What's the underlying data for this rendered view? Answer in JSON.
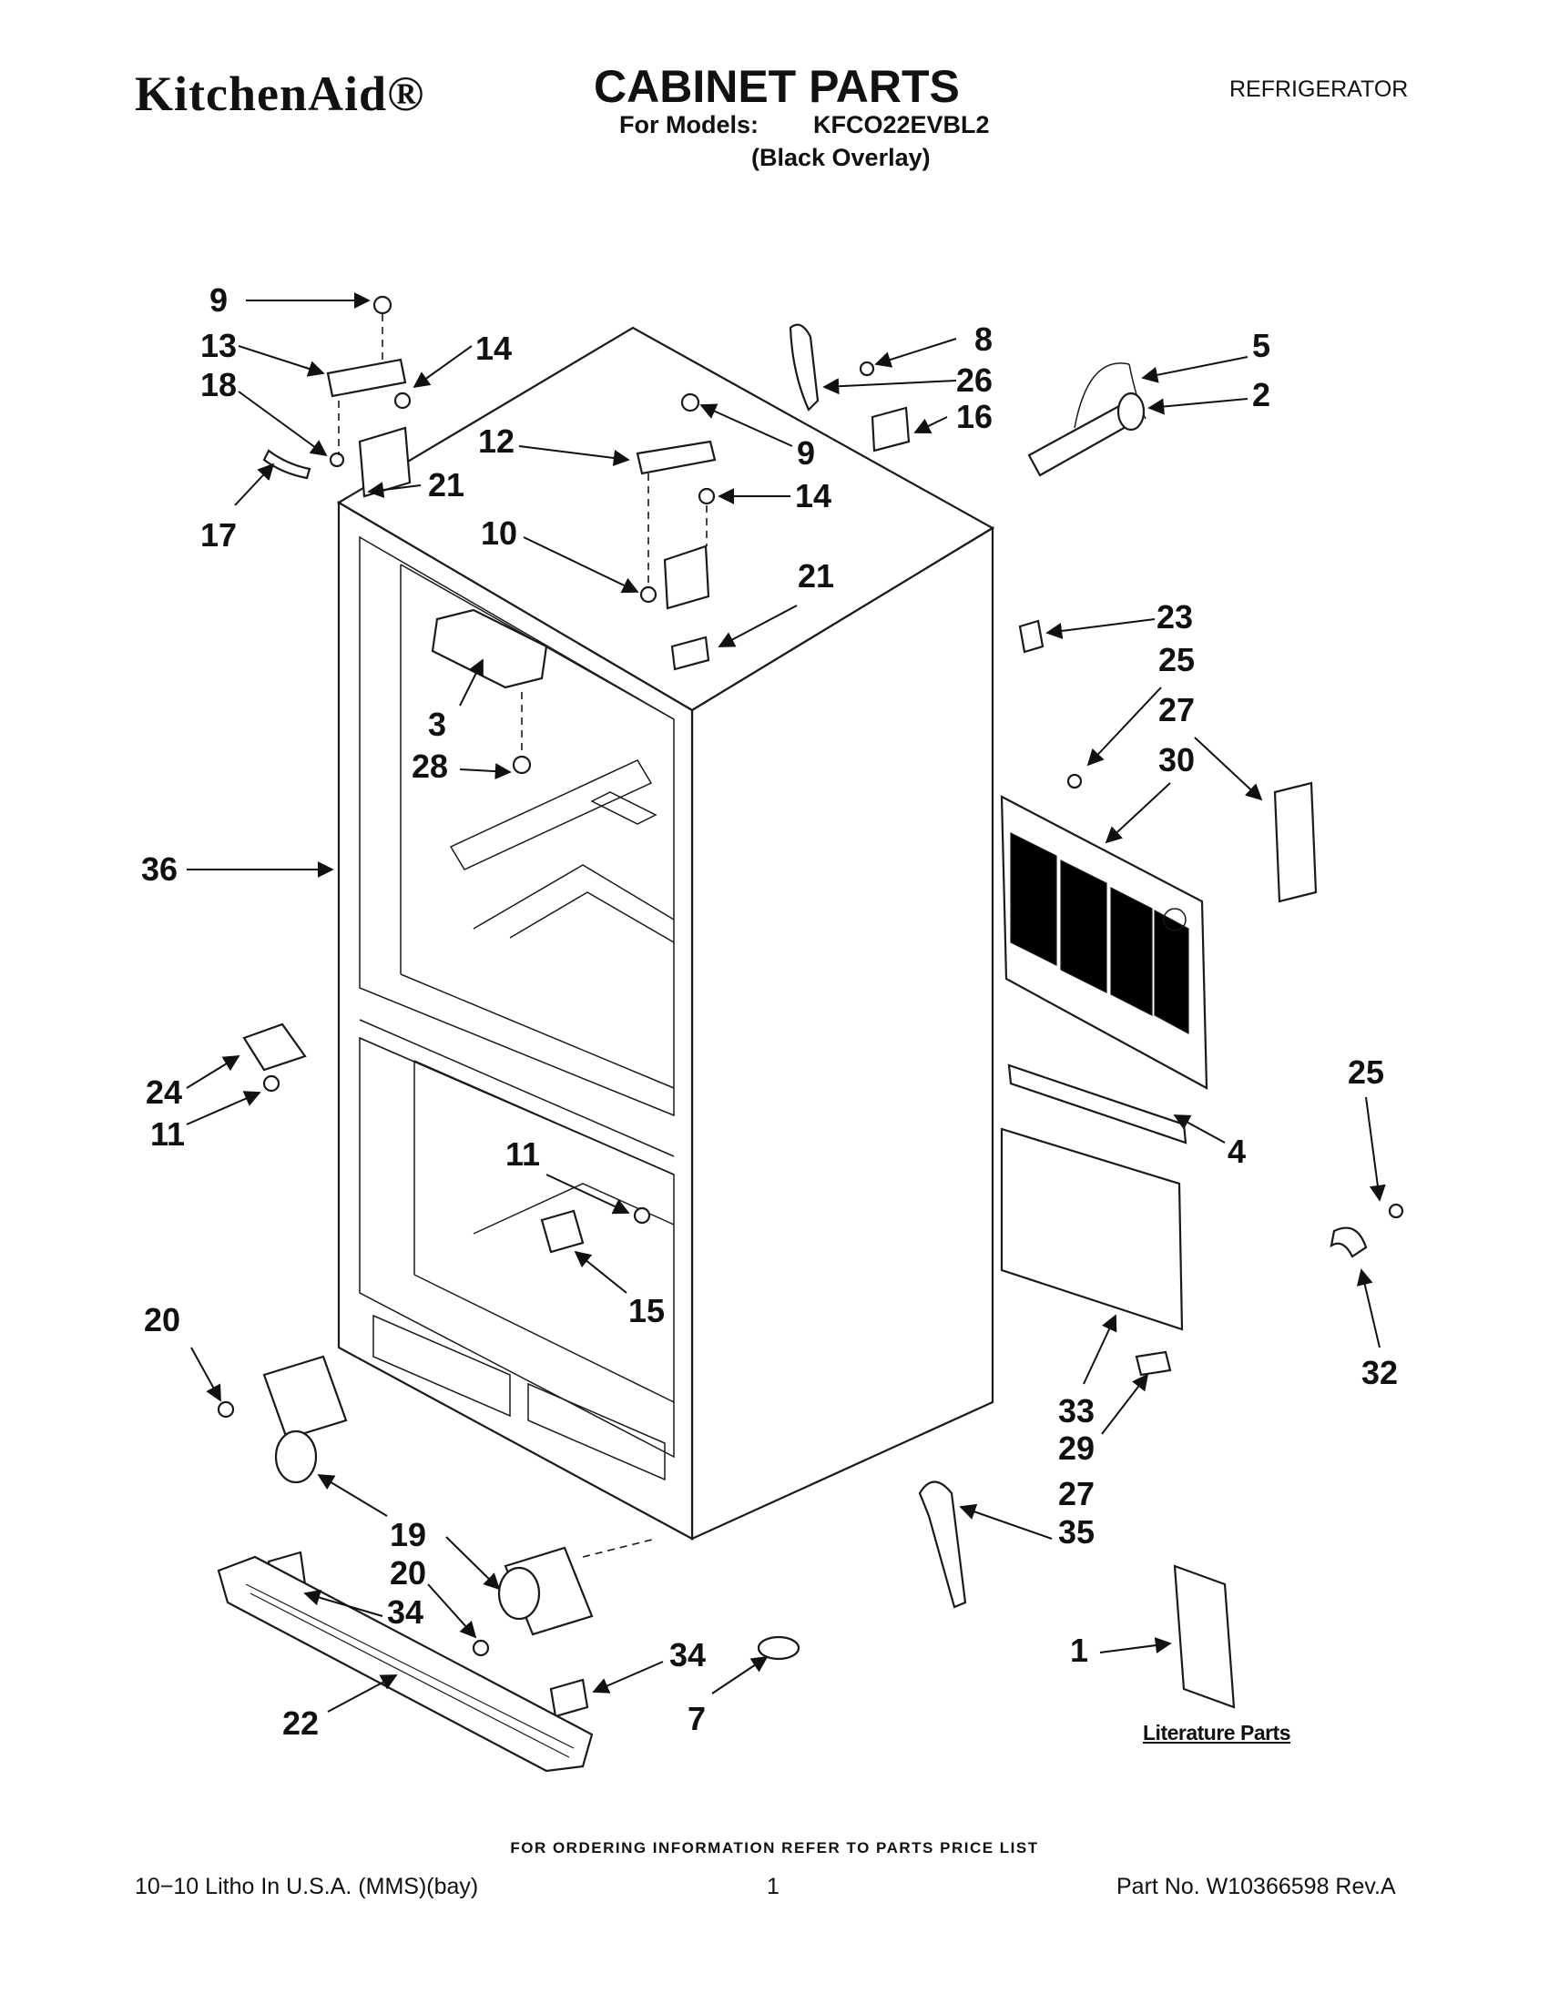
{
  "header": {
    "brand": "KitchenAid®",
    "title": "CABINET PARTS",
    "category": "REFRIGERATOR",
    "models_label": "For Models:",
    "models_value": "KFCO22EVBL2",
    "variant": "(Black Overlay)"
  },
  "callouts": {
    "n9_top": "9",
    "n13": "13",
    "n14_top": "14",
    "n18": "18",
    "n17": "17",
    "n12": "12",
    "n9_mid": "9",
    "n14_mid": "14",
    "n10": "10",
    "n21_left": "21",
    "n21_right": "21",
    "n8": "8",
    "n26": "26",
    "n16": "16",
    "n5": "5",
    "n2": "2",
    "n3": "3",
    "n28": "28",
    "n36": "36",
    "n23": "23",
    "n25_top": "25",
    "n27_top": "27",
    "n30": "30",
    "n24": "24",
    "n11_left": "11",
    "n11_mid": "11",
    "n15": "15",
    "n4": "4",
    "n25_right": "25",
    "n32": "32",
    "n33": "33",
    "n29": "29",
    "n27_bottom": "27",
    "n35": "35",
    "n20_left": "20",
    "n19": "19",
    "n20_mid": "20",
    "n34_left": "34",
    "n34_right": "34",
    "n7": "7",
    "n22": "22",
    "n1": "1"
  },
  "literature_label": "Literature Parts",
  "footer": {
    "ordering": "FOR ORDERING INFORMATION REFER TO PARTS PRICE LIST",
    "litho": "10−10 Litho In U.S.A. (MMS)(bay)",
    "page": "1",
    "part_number": "Part No. W10366598 Rev.A"
  }
}
